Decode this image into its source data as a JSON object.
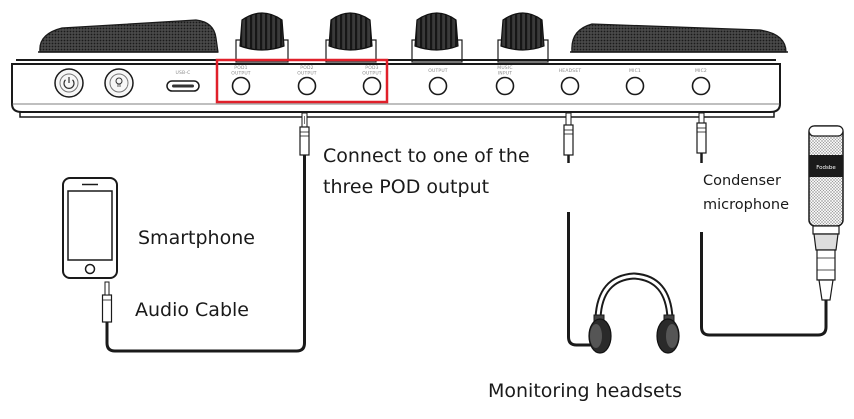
{
  "device": {
    "ports": [
      {
        "line1": "POD1",
        "line2": "OUTPUT"
      },
      {
        "line1": "POD2",
        "line2": "OUTPUT"
      },
      {
        "line1": "POD3",
        "line2": "OUTPUT"
      },
      {
        "line1": "OUTPUT",
        "line2": ""
      },
      {
        "line1": "MUSIC",
        "line2": "INPUT"
      },
      {
        "line1": "HEADSET",
        "line2": ""
      },
      {
        "line1": "MIC1",
        "line2": ""
      },
      {
        "line1": "MIC2",
        "line2": ""
      }
    ],
    "usb_label": "USB-C",
    "highlight_color": "#e0202a"
  },
  "labels": {
    "pod_line1": "Connect to one of the",
    "pod_line2": "three POD output",
    "smartphone": "Smartphone",
    "audio_cable": "Audio Cable",
    "condenser_line1": "Condenser",
    "condenser_line2": "microphone",
    "monitoring": "Monitoring headsets"
  },
  "mic_brand": "Fodsbe"
}
